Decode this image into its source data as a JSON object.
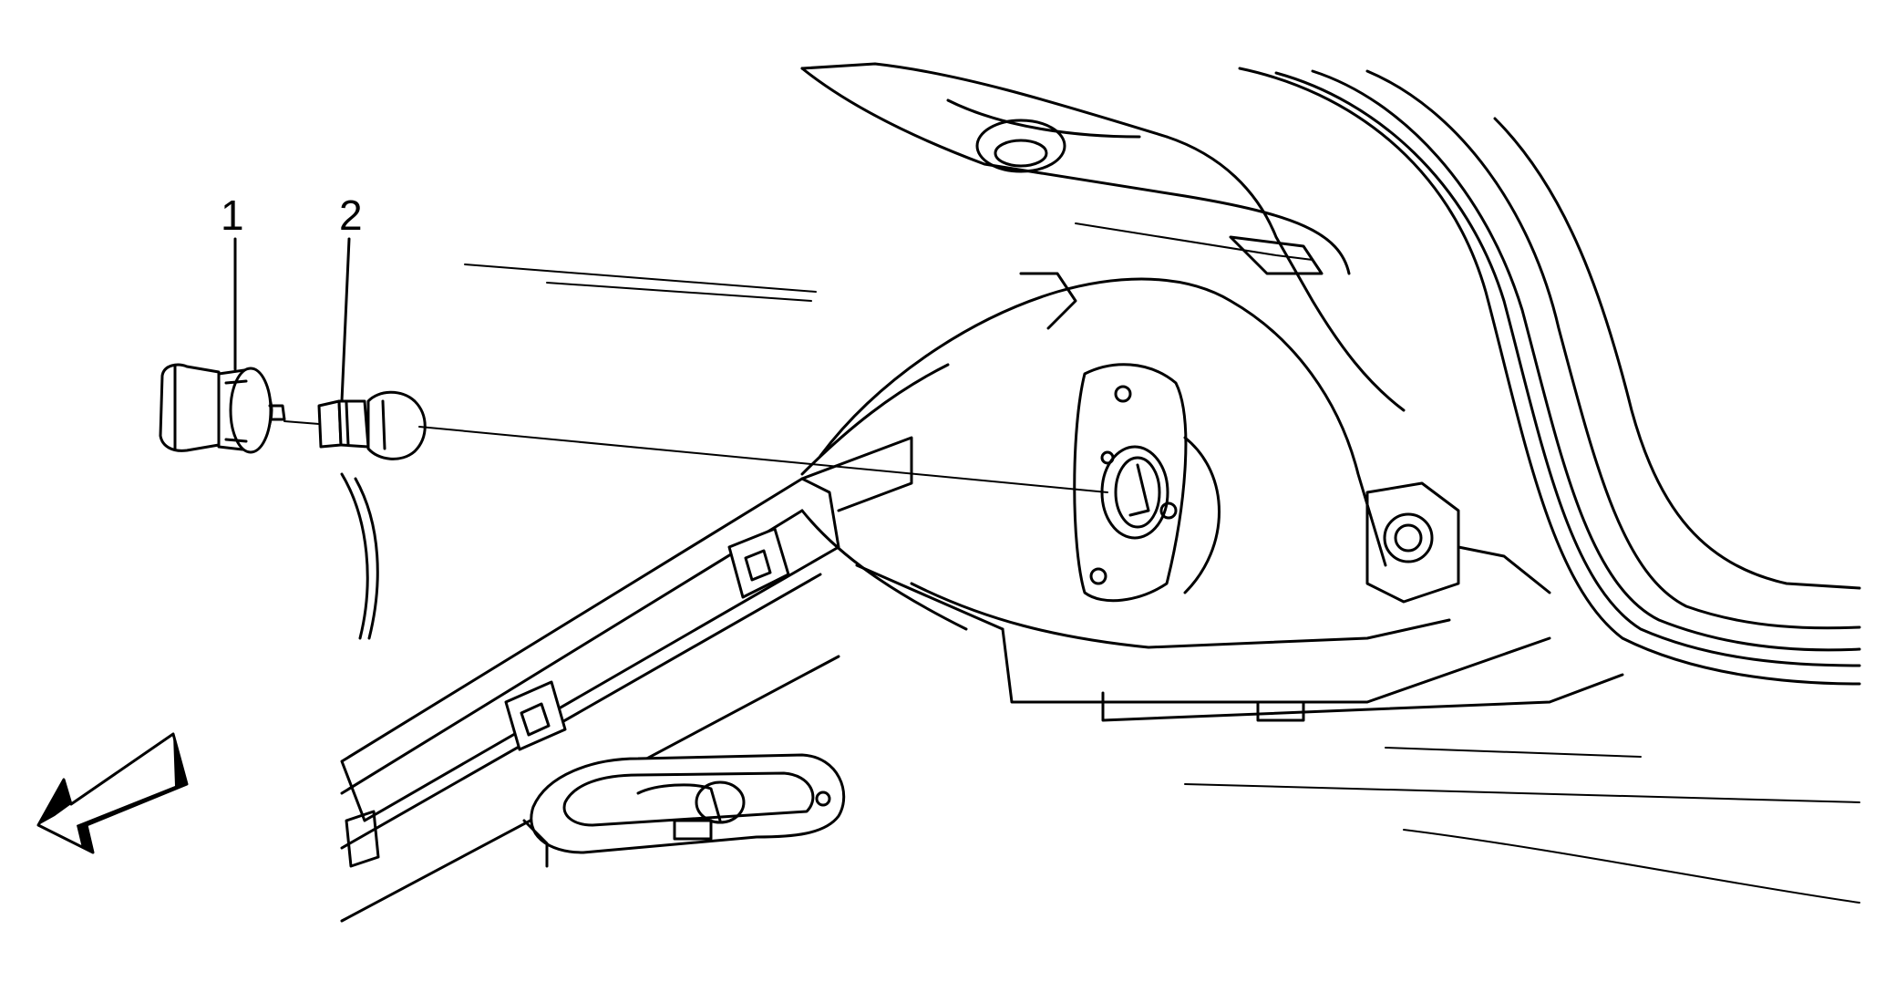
{
  "callouts": [
    {
      "id": "1",
      "label": "1"
    },
    {
      "id": "2",
      "label": "2"
    }
  ],
  "colors": {
    "line": "#000000",
    "background": "#ffffff"
  },
  "icons": [
    "direction-arrow-icon"
  ]
}
